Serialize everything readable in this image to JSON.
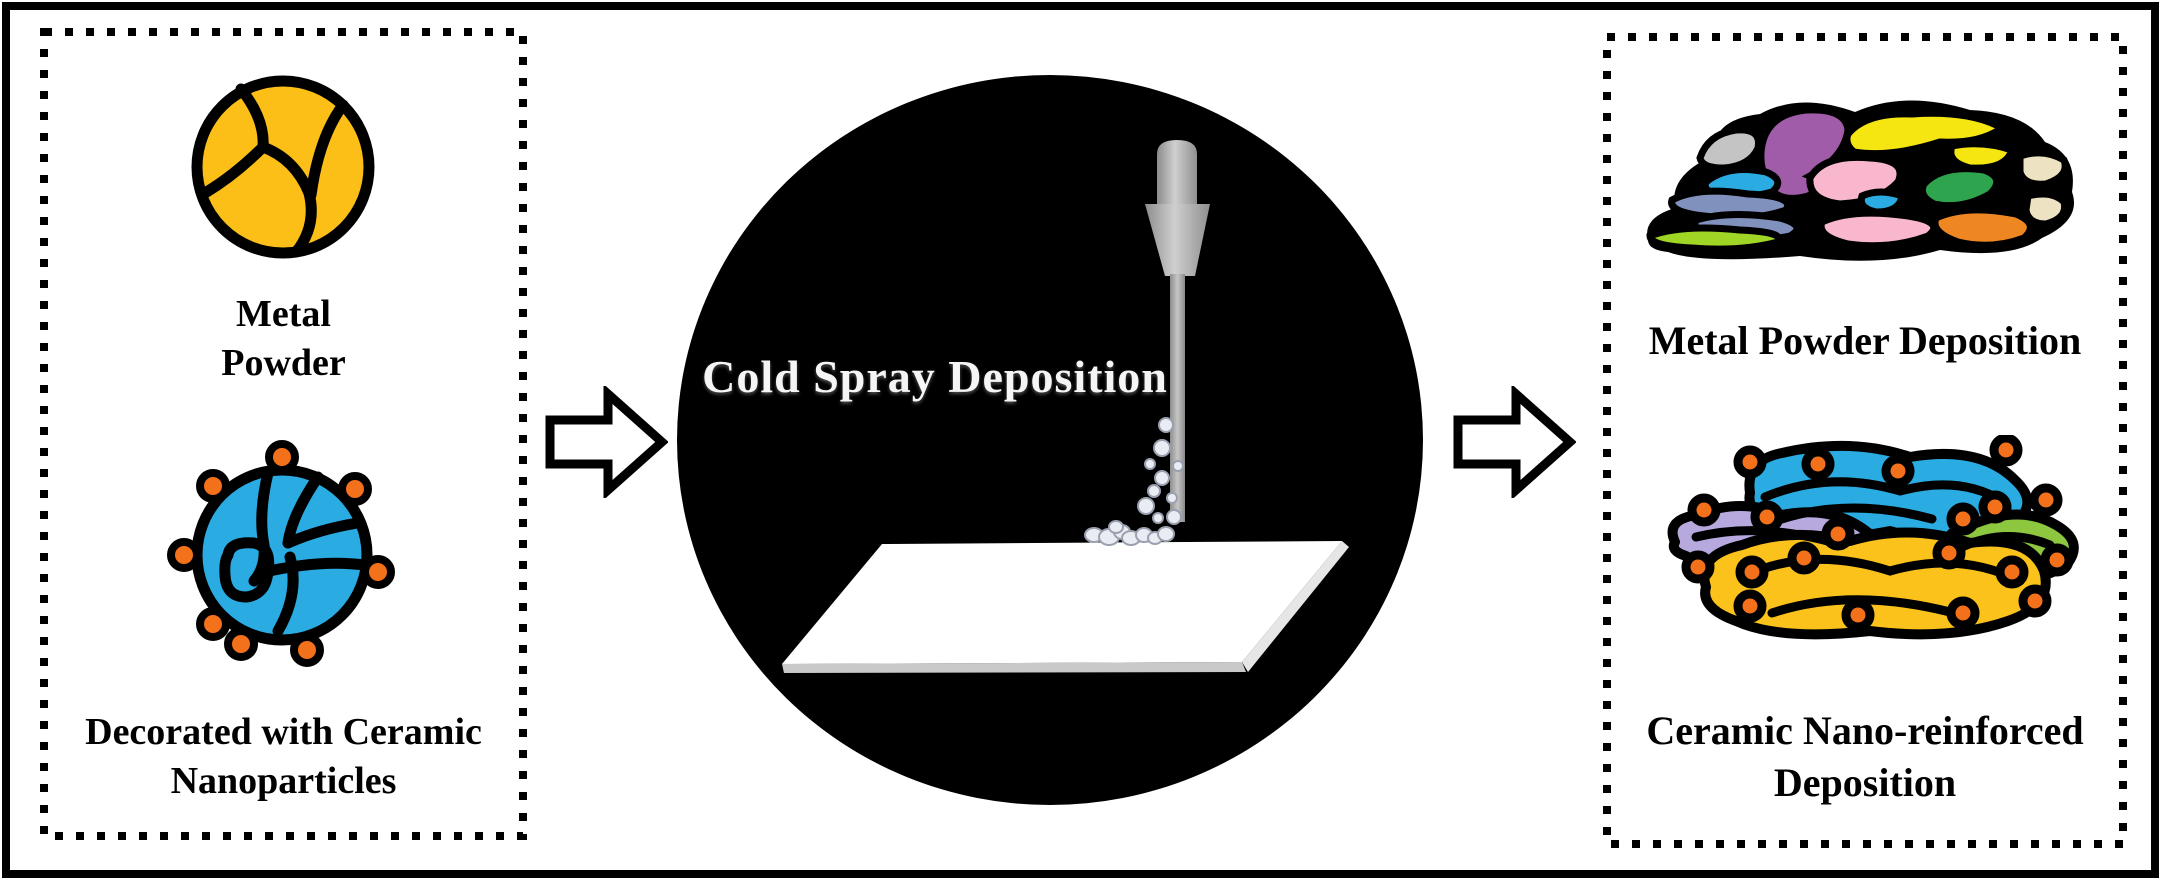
{
  "figure": {
    "left_panel": {
      "metal_powder": {
        "label_line1": "Metal",
        "label_line2": "Powder"
      },
      "decorated": {
        "label_line1": "Decorated with Ceramic",
        "label_line2": "Nanoparticles"
      }
    },
    "center": {
      "title": "Cold Spray Deposition"
    },
    "right_panel": {
      "metal_deposit": {
        "label": "Metal Powder Deposition"
      },
      "ceramic_deposit": {
        "label_line1": "Ceramic Nano-reinforced",
        "label_line2": "Deposition"
      }
    },
    "colors": {
      "metal_yellow": "#FBBF17",
      "particle_blue": "#2AACE3",
      "nanoparticle_orange": "#F4711C",
      "stage_black": "#000000",
      "substrate_white": "#FFFFFF",
      "splat_gray": "#C4C4C4",
      "splat_purple": "#A05CA8",
      "splat_yellow": "#F5E611",
      "splat_pink": "#F8B7CC",
      "splat_blue": "#2AACE3",
      "splat_slate": "#8191BE",
      "splat_green": "#2EA44F",
      "splat_cream": "#EDE3C3",
      "splat_orange": "#EE8722",
      "splat_lime": "#9FD525",
      "splat_lavender": "#B7A9DE",
      "splat_gold": "#FBC21C",
      "splat_ltgreen": "#8DC63F"
    }
  }
}
